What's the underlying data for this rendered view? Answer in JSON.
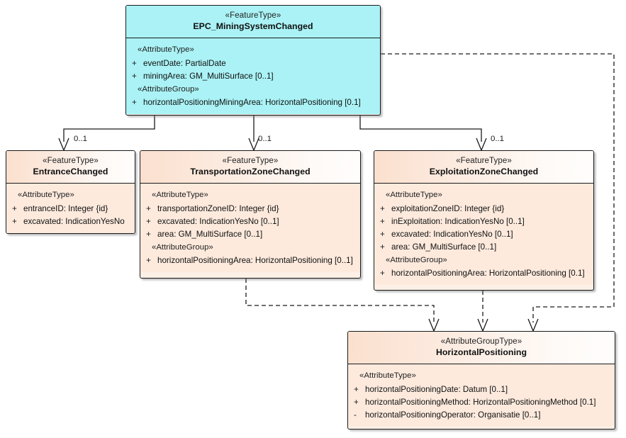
{
  "diagram": {
    "title": "EPC_MiningSystemChanged UML class diagram",
    "colors": {
      "cyan_fill": "#aaf2f5",
      "peach_fill": "#fdeadd",
      "peach_header": "#fbe0ce",
      "line": "#1a1a1a"
    }
  },
  "classes": {
    "mining_system_changed": {
      "stereotype": "«FeatureType»",
      "name": "EPC_MiningSystemChanged",
      "groups": [
        {
          "label": "«AttributeType»",
          "attributes": [
            {
              "visibility": "+",
              "signature": "eventDate: PartialDate"
            },
            {
              "visibility": "+",
              "signature": "miningArea: GM_MultiSurface [0..1]"
            }
          ]
        },
        {
          "label": "«AttributeGroup»",
          "attributes": [
            {
              "visibility": "+",
              "signature": "horizontalPositioningMiningArea: HorizontalPositioning [0.1]"
            }
          ]
        }
      ]
    },
    "entrance_changed": {
      "stereotype": "«FeatureType»",
      "name": "EntranceChanged",
      "groups": [
        {
          "label": "«AttributeType»",
          "attributes": [
            {
              "visibility": "+",
              "signature": "entranceID: Integer {id}"
            },
            {
              "visibility": "+",
              "signature": "excavated: IndicationYesNo"
            }
          ]
        }
      ]
    },
    "transportation_zone_changed": {
      "stereotype": "«FeatureType»",
      "name": "TransportationZoneChanged",
      "groups": [
        {
          "label": "«AttributeType»",
          "attributes": [
            {
              "visibility": "+",
              "signature": "transportationZoneID: Integer {id}"
            },
            {
              "visibility": "+",
              "signature": "excavated: IndicationYesNo [0..1]"
            },
            {
              "visibility": "+",
              "signature": "area: GM_MultiSurface [0..1]"
            }
          ]
        },
        {
          "label": "«AttributeGroup»",
          "attributes": [
            {
              "visibility": "+",
              "signature": "horizontalPositioningArea: HorizontalPositioning [0..1]"
            }
          ]
        }
      ]
    },
    "exploitation_zone_changed": {
      "stereotype": "«FeatureType»",
      "name": "ExploitationZoneChanged",
      "groups": [
        {
          "label": "«AttributeType»",
          "attributes": [
            {
              "visibility": "+",
              "signature": "exploitationZoneID: Integer {id}"
            },
            {
              "visibility": "+",
              "signature": "inExploitation: IndicationYesNo [0..1]"
            },
            {
              "visibility": "+",
              "signature": "excavated: IndicationYesNo [0..1]"
            },
            {
              "visibility": "+",
              "signature": "area: GM_MultiSurface [0..1]"
            }
          ]
        },
        {
          "label": "«AttributeGroup»",
          "attributes": [
            {
              "visibility": "+",
              "signature": "horizontalPositioningArea: HorizontalPositioning [0.1]"
            }
          ]
        }
      ]
    },
    "horizontal_positioning": {
      "stereotype": "«AttributeGroupType»",
      "name": "HorizontalPositioning",
      "groups": [
        {
          "label": "«AttributeType»",
          "attributes": [
            {
              "visibility": "+",
              "signature": "horizontalPositioningDate: Datum [0..1]"
            },
            {
              "visibility": "+",
              "signature": "horizontalPositioningMethod: HorizontalPositioningMethod [0.1]"
            },
            {
              "visibility": "-",
              "signature": "horizontalPositioningOperator: Organisatie [0..1]"
            }
          ]
        }
      ]
    }
  },
  "multiplicities": {
    "entrance": "0..1",
    "transportation": "0..1",
    "exploitation": "0..1"
  }
}
